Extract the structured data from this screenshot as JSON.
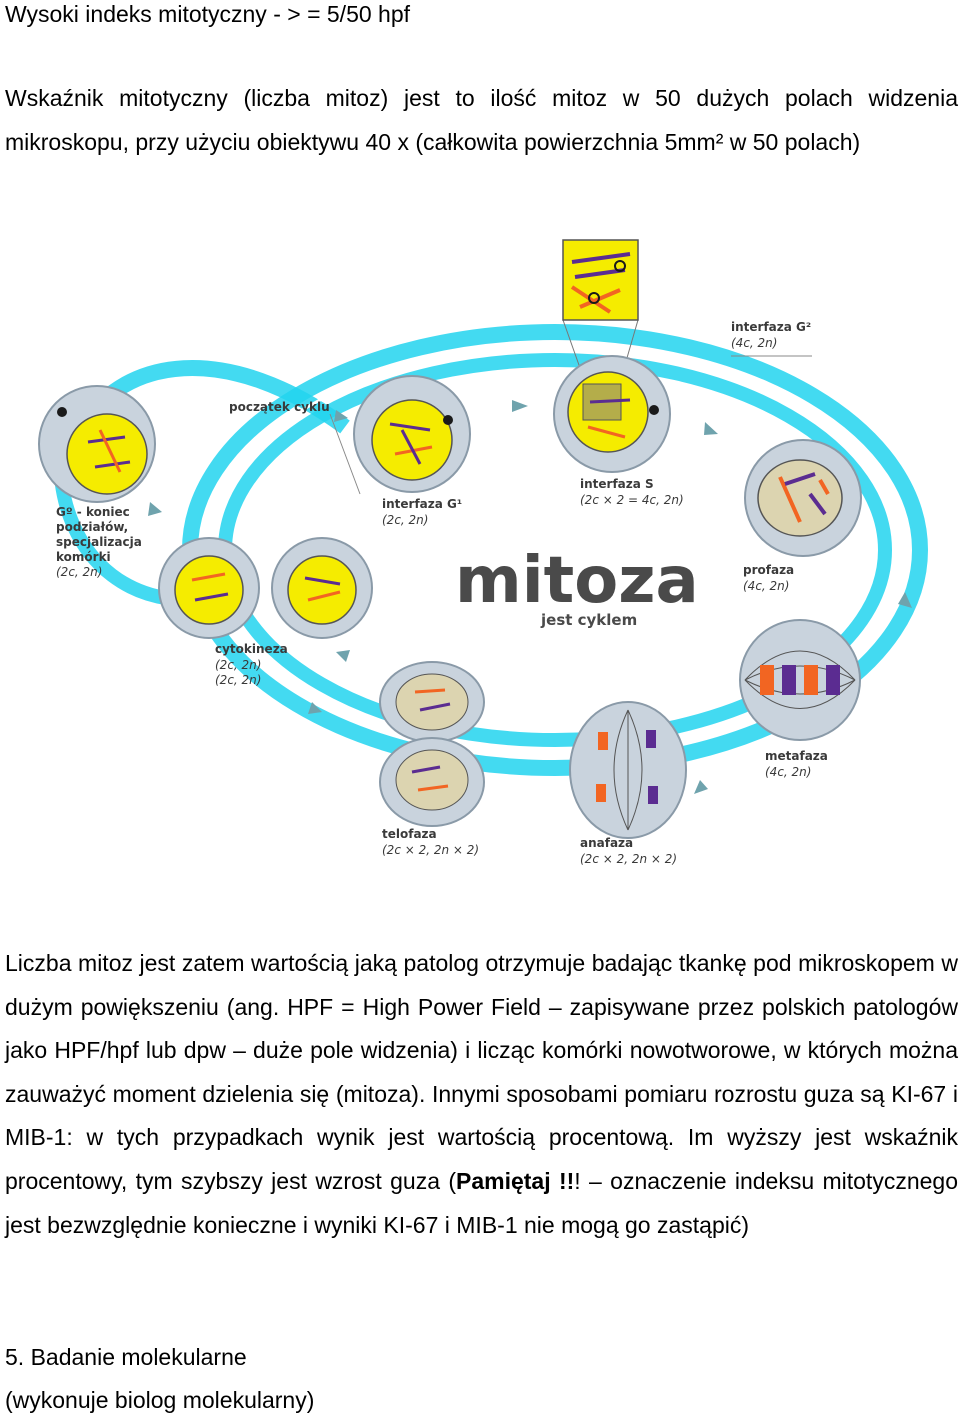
{
  "text": {
    "line1": "Wysoki indeks mitotyczny - > = 5/50 hpf",
    "para1": "Wskaźnik mitotyczny (liczba mitoz) jest to ilość mitoz w 50 dużych polach widzenia mikroskopu, przy użyciu obiektywu 40 x (całkowita powierzchnia  5mm² w 50 polach)",
    "para2_a": "Liczba mitoz jest zatem wartością jaką patolog otrzymuje badając tkankę pod mikroskopem w dużym powiększeniu (ang. HPF = High Power Field – zapisywane przez polskich patologów jako HPF/hpf lub dpw – duże pole widzenia) i licząc komórki nowotworowe, w których można zauważyć moment dzielenia się (mitoza). Innymi sposobami pomiaru rozrostu guza są KI-67 i MIB-1: w tych przypadkach wynik jest wartością procentową. Im wyższy jest wskaźnik procentowy, tym szybszy jest wzrost guza (",
    "para2_bold": "Pamiętaj !!",
    "para2_b": "! – oznaczenie indeksu mitotycznego jest bezwzględnie konieczne i wyniki KI-67 i MIB-1 nie mogą go zastąpić)",
    "heading5": "5. Badanie molekularne",
    "heading5_sub": "(wykonuje biolog molekularny)"
  },
  "diagram": {
    "title": "mitoza",
    "subtitle": "jest cyklem",
    "labels": {
      "g0": [
        "Gº - koniec",
        "podziałów,",
        "specjalizacja",
        "komórki"
      ],
      "g0_sub": "(2c, 2n)",
      "start": "początek cyklu",
      "g1": "interfaza G¹",
      "g1_sub": "(2c, 2n)",
      "s": "interfaza S",
      "s_sub": "(2c × 2 = 4c, 2n)",
      "g2": "interfaza G²",
      "g2_sub": "(4c, 2n)",
      "profaza": "profaza",
      "profaza_sub": "(4c, 2n)",
      "metafaza": "metafaza",
      "metafaza_sub": "(4c, 2n)",
      "anafaza": "anafaza",
      "anafaza_sub": "(2c × 2, 2n × 2)",
      "telofaza": "telofaza",
      "telofaza_sub": "(2c × 2, 2n × 2)",
      "cytokineza": "cytokineza",
      "cytokineza_sub1": "(2c, 2n)",
      "cytokineza_sub2": "(2c, 2n)"
    },
    "colors": {
      "ring": "#22d3ee",
      "cell": "#c9d3dd",
      "nucleus": "#f5ec00",
      "chrom_a": "#f26522",
      "chrom_b": "#5b2c91",
      "arrow": "#6fa3ad"
    }
  }
}
